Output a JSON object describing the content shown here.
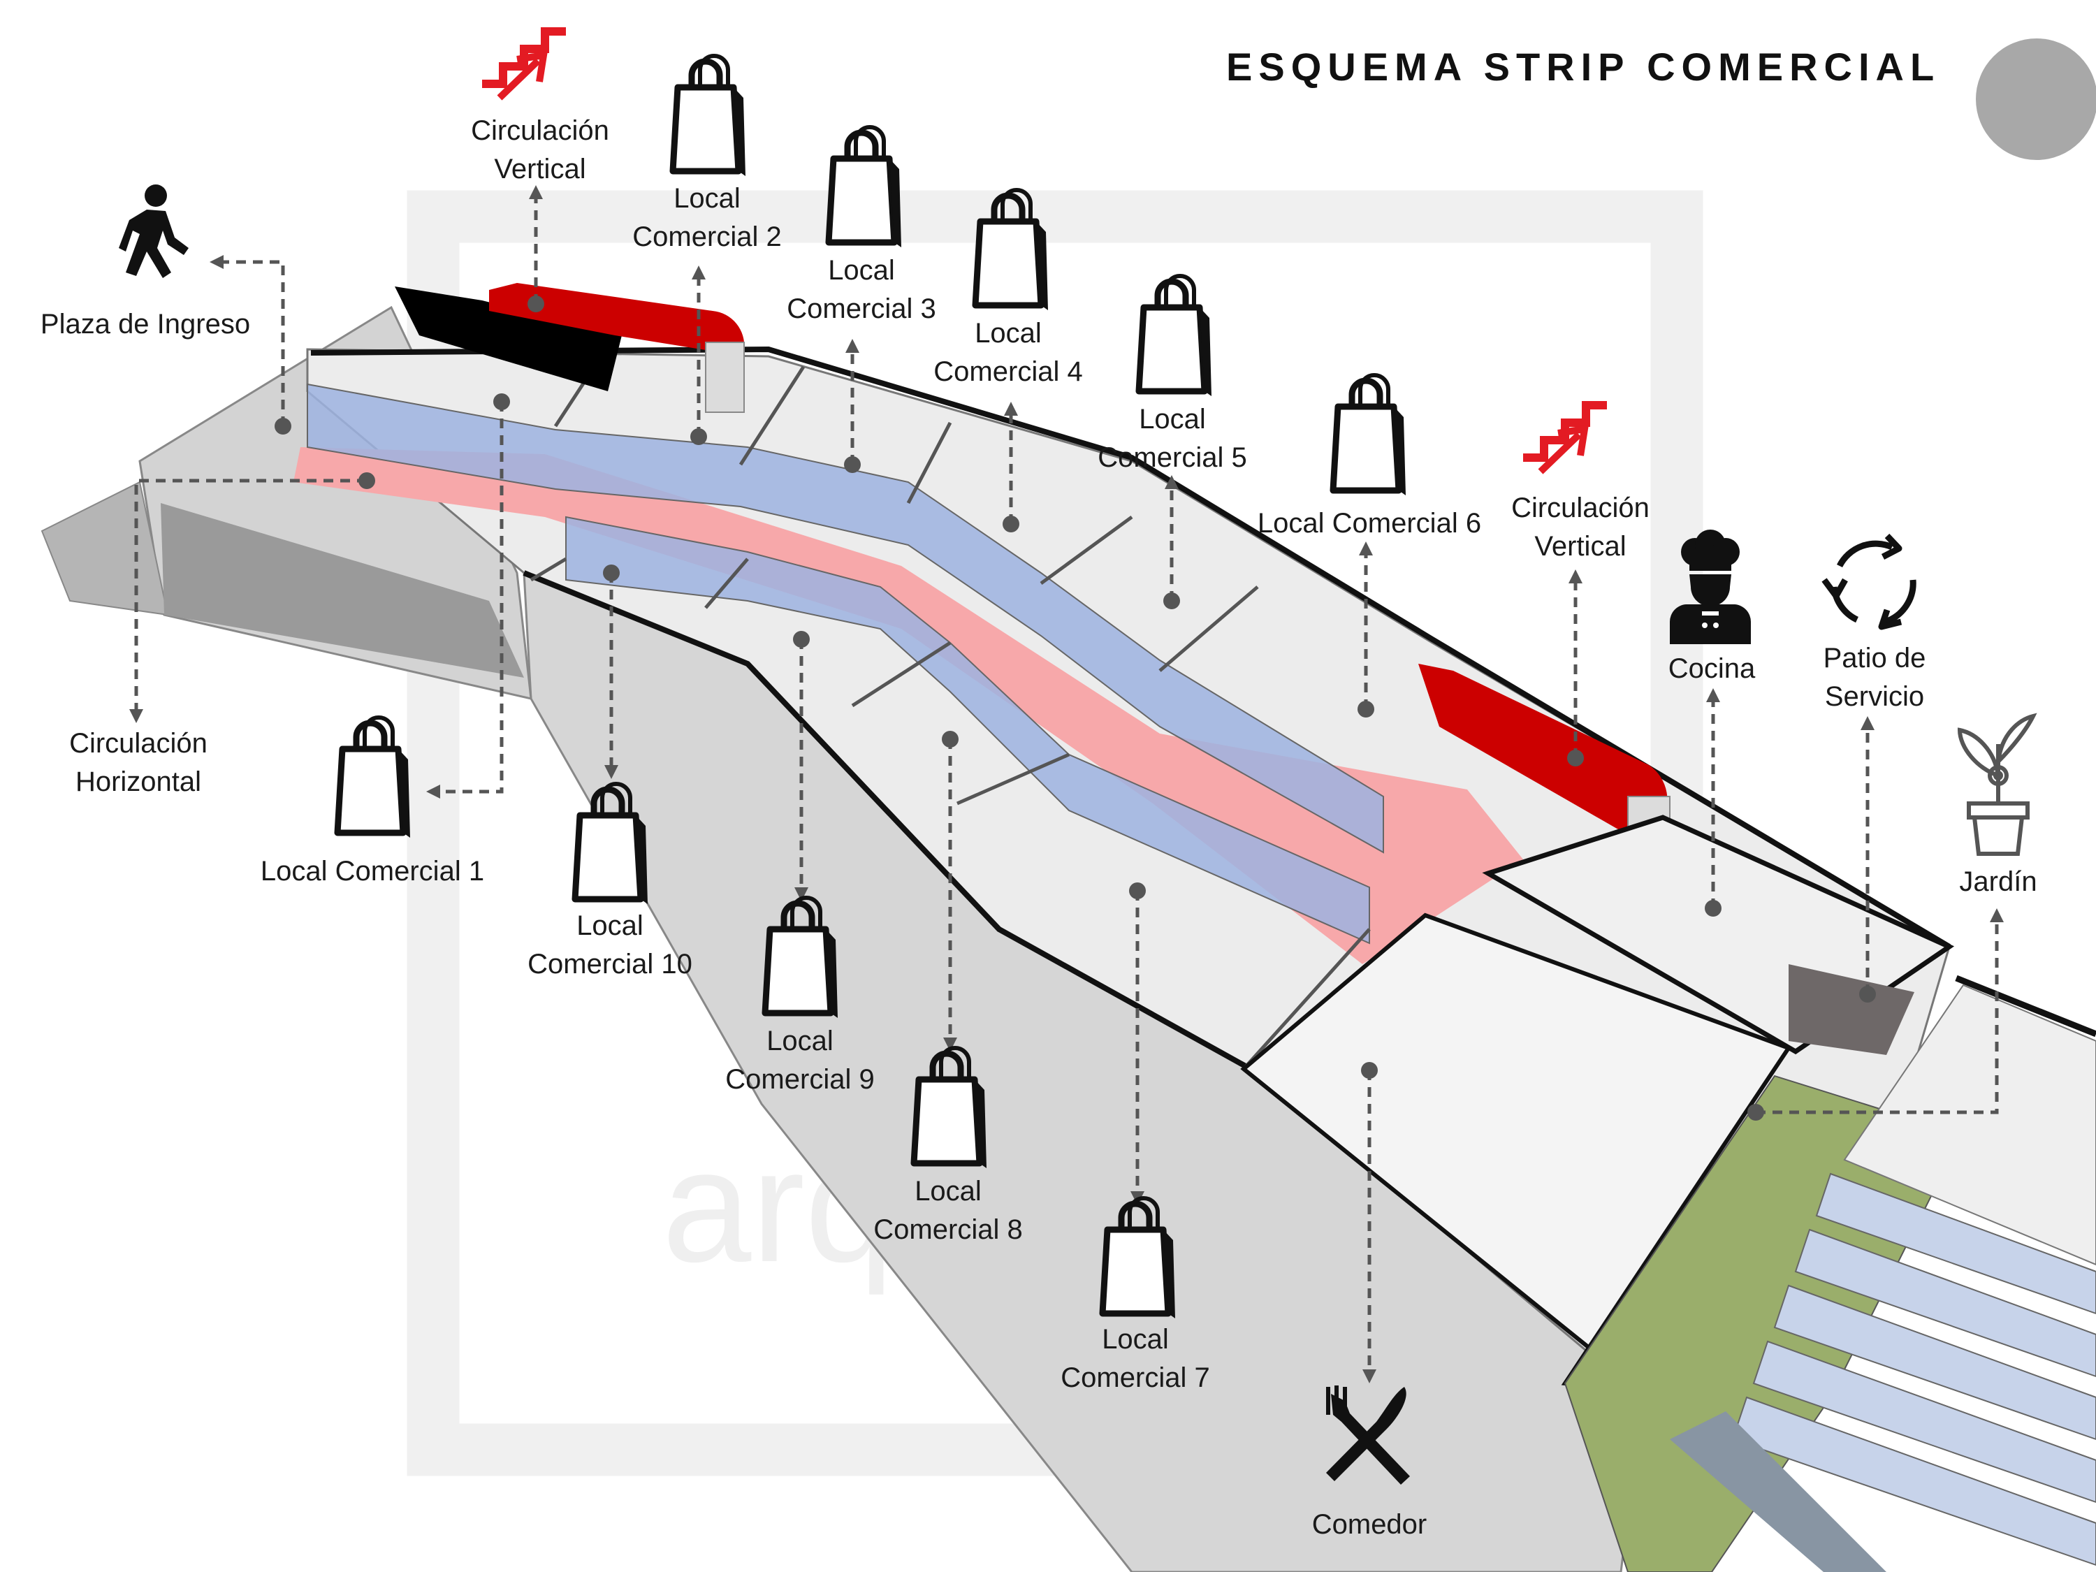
{
  "title": "ESQUEMA STRIP COMERCIAL",
  "watermark": "arquitectos",
  "colors": {
    "circulation_vertical": "#cc0000",
    "circulation_horizontal": "#f7a8aa",
    "glass": "#9db3e0",
    "garden": "#9aae6b",
    "accent_circle": "#a8a8a8"
  },
  "labels": {
    "plaza": "Plaza de Ingreso",
    "circ_v1_l1": "Circulación",
    "circ_v1_l2": "Vertical",
    "circ_v2_l1": "Circulación",
    "circ_v2_l2": "Vertical",
    "circ_h_l1": "Circulación",
    "circ_h_l2": "Horizontal",
    "local1": "Local Comercial 1",
    "local2_l1": "Local",
    "local2_l2": "Comercial 2",
    "local3_l1": "Local",
    "local3_l2": "Comercial 3",
    "local4_l1": "Local",
    "local4_l2": "Comercial 4",
    "local5_l1": "Local",
    "local5_l2": "Comercial 5",
    "local6": "Local Comercial 6",
    "local7_l1": "Local",
    "local7_l2": "Comercial 7",
    "local8_l1": "Local",
    "local8_l2": "Comercial 8",
    "local9_l1": "Local",
    "local9_l2": "Comercial 9",
    "local10_l1": "Local",
    "local10_l2": "Comercial 10",
    "cocina": "Cocina",
    "patio_l1": "Patio de",
    "patio_l2": "Servicio",
    "jardin": "Jardín",
    "comedor": "Comedor"
  },
  "icons": {
    "walking_person": "walking-person-icon",
    "stairs": "stairs-icon",
    "shopping_bag": "shopping-bag-icon",
    "chef": "chef-icon",
    "recycle": "recycle-arrows-icon",
    "plant": "potted-plant-icon",
    "cutlery": "fork-knife-icon"
  }
}
